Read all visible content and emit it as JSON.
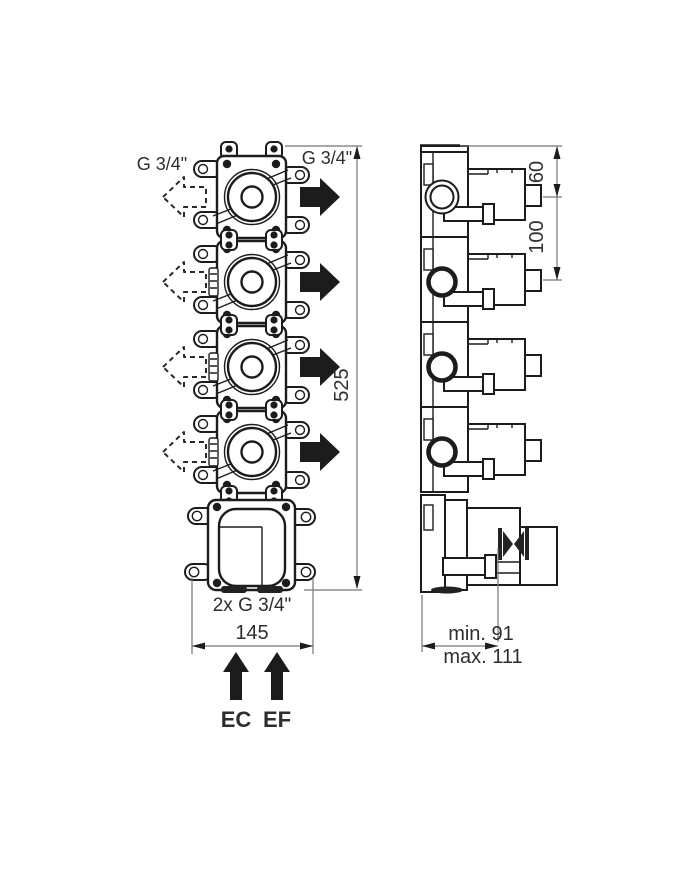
{
  "front": {
    "g34_left": "G 3/4\"",
    "g34_right": "G 3/4\"",
    "dim_height": "525",
    "ports_bottom": "2x G 3/4\"",
    "dim_width": "145",
    "inlet_ec": "EC",
    "inlet_ef": "EF"
  },
  "side": {
    "dim_top": "60",
    "dim_pitch": "100",
    "depth_min": "min. 91",
    "depth_max": "max. 111"
  },
  "icons": {
    "inlet_arrow": "dashed-block-arrow-left",
    "outlet_arrow": "solid-block-arrow-right",
    "supply_arrow": "solid-block-arrow-up"
  },
  "colors": {
    "line": "#1c1c1c",
    "dimension_line": "#767676",
    "text": "#2e2e2e",
    "background": "#ffffff",
    "arrow_fill": "#1c1c1c"
  }
}
